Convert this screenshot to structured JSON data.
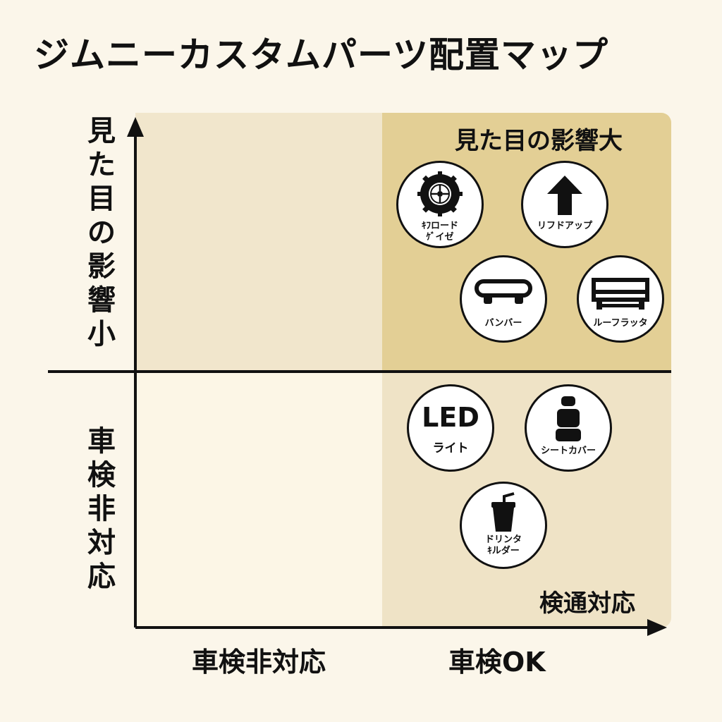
{
  "title": "ジムニーカスタムパーツ配置マップ",
  "y_axis": {
    "top_label": [
      "見",
      "た",
      "目",
      "の",
      "影",
      "響",
      "小"
    ],
    "bottom_label": [
      "車",
      "検",
      "非",
      "対",
      "応"
    ]
  },
  "x_axis": {
    "left_label": "車検非対応",
    "right_label": "車検OK"
  },
  "quadrant_labels": {
    "top_right": "見た目の影響大",
    "bottom_right": "検通対応"
  },
  "colors": {
    "background": "#fbf6ea",
    "top_right_quadrant": "#e3cf95",
    "top_left_quadrant": "#f1e6cc",
    "bottom_right_quadrant": "#efe3c6",
    "bottom_left_quadrant": "#fcf6e6",
    "ink": "#111111"
  },
  "parts": {
    "offroad_tire": {
      "label_line1": "ｷﾌロード",
      "label_line2": "ｹﾞイゼ",
      "icon": "tire-icon"
    },
    "lift_up": {
      "label": "リフドアップ",
      "icon": "arrow-up-icon"
    },
    "bumper": {
      "label": "バンバー",
      "icon": "bumper-icon"
    },
    "roof_rack": {
      "label": "ルーフラッタ",
      "icon": "roof-rack-icon"
    },
    "led_light": {
      "big_text": "LED",
      "label": "ライト",
      "icon": "led-icon"
    },
    "seat_cover": {
      "label": "シートカバー",
      "icon": "seat-icon"
    },
    "drink_holder": {
      "label_line1": "ドリンタ",
      "label_line2": "ｷルダー",
      "icon": "cup-icon"
    }
  }
}
